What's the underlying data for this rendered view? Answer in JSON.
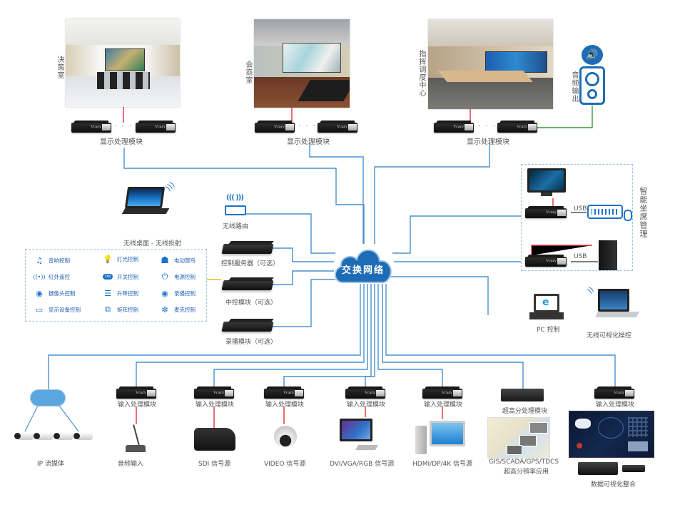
{
  "diagram": {
    "hub": {
      "label": "交换网络",
      "icon": "cloud-icon",
      "color": "#1e6cb5"
    },
    "colors": {
      "network_line": "#4a90d0",
      "video_line": "#e0303f",
      "audio_line": "#3a9a3a",
      "control_line": "#d8c02a",
      "usb_line": "#333333"
    },
    "top_rooms": [
      {
        "name": "决策室",
        "module_label": "显示处理模块"
      },
      {
        "name": "会商室",
        "module_label": "显示处理模块"
      },
      {
        "name": "指挥调度中心",
        "module_label": "显示处理模块"
      }
    ],
    "module_brand": "Vcary",
    "module_separator": "· · ·",
    "audio_output": {
      "label": "音频输出",
      "icon": "speaker-icon"
    },
    "smart_seat": {
      "label": "智能坐席管理",
      "usb_label_1": "USB",
      "usb_label_2": "USB"
    },
    "wireless_desktop": {
      "label": "无线桌面 - 无线投射"
    },
    "wireless_router": {
      "label": "无线路由"
    },
    "optional_modules": [
      {
        "label": "控制服务器（可选）"
      },
      {
        "label": "中控模块（可选）"
      },
      {
        "label": "录播模块（可选）"
      }
    ],
    "control_panel": {
      "items": [
        {
          "label": "音响控制",
          "icon": "music-note-icon"
        },
        {
          "label": "灯光控制",
          "icon": "light-bulb-icon"
        },
        {
          "label": "电动窗帘",
          "icon": "curtain-icon"
        },
        {
          "label": "红外遥控",
          "icon": "infrared-icon"
        },
        {
          "label": "开关控制",
          "icon": "on-switch-icon"
        },
        {
          "label": "电源控制",
          "icon": "power-icon"
        },
        {
          "label": "摄像头控制",
          "icon": "dome-camera-icon"
        },
        {
          "label": "升降控制",
          "icon": "lift-icon"
        },
        {
          "label": "录播控制",
          "icon": "record-icon"
        },
        {
          "label": "显示设备控制",
          "icon": "monitor-icon"
        },
        {
          "label": "矩阵控制",
          "icon": "matrix-icon"
        },
        {
          "label": "麦克控制",
          "icon": "microphone-icon"
        }
      ]
    },
    "pc_control": {
      "label": "PC 控制"
    },
    "wireless_visual": {
      "label": "无线可视化操控"
    },
    "inputs": [
      {
        "label": "IP 流媒体",
        "module_label": ""
      },
      {
        "label": "音频输入",
        "module_label": "输入处理模块"
      },
      {
        "label": "SDI 信号源",
        "module_label": "输入处理模块"
      },
      {
        "label": "VIDEO 信号源",
        "module_label": "输入处理模块"
      },
      {
        "label": "DVI/VGA/RGB 信号源",
        "module_label": "输入处理模块"
      },
      {
        "label": "HDMI/DP/4K 信号源",
        "module_label": "输入处理模块"
      },
      {
        "label": "GIS/SCADA/GPS/TDCS",
        "label2": "超高分辨率应用",
        "module_label": "超高分处理模块"
      },
      {
        "label": "数据可视化整合",
        "module_label": "输入处理模块"
      }
    ]
  }
}
